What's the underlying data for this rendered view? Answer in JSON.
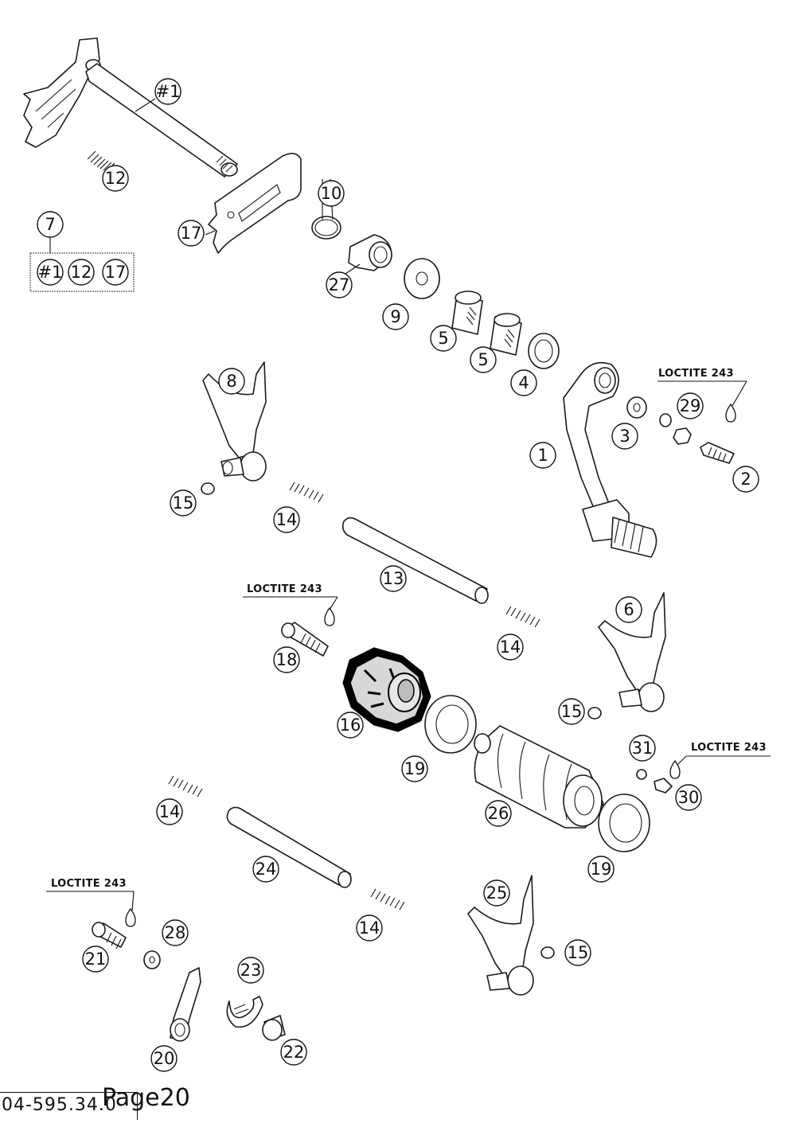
{
  "callouts": [
    "#1",
    "12",
    "7",
    "#1",
    "12",
    "17",
    "17",
    "10",
    "27",
    "9",
    "5",
    "5",
    "4",
    "8",
    "1",
    "3",
    "29",
    "2",
    "15",
    "14",
    "13",
    "18",
    "16",
    "14",
    "6",
    "15",
    "31",
    "30",
    "19",
    "26",
    "19",
    "14",
    "24",
    "14",
    "25",
    "15",
    "21",
    "28",
    "23",
    "20",
    "22"
  ],
  "loctite": [
    "LOCTITE 243",
    "LOCTITE 243",
    "LOCTITE 243",
    "LOCTITE 243"
  ],
  "footer": {
    "code": "04-595.34.0",
    "page": "Page20"
  }
}
